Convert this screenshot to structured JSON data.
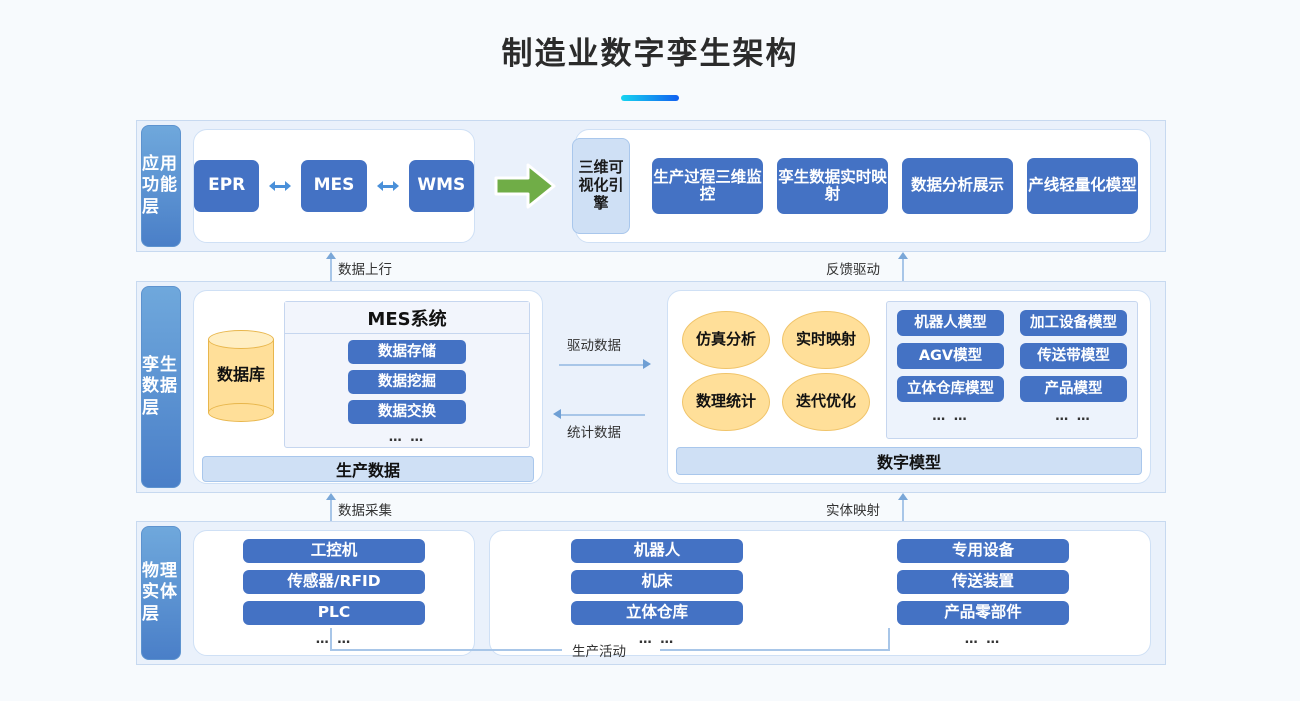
{
  "title": "制造业数字孪生架构",
  "layers": {
    "application": {
      "tab_label": "应用功能层",
      "apps": [
        {
          "label": "EPR"
        },
        {
          "label": "MES"
        },
        {
          "label": "WMS"
        }
      ],
      "engine_label": "三维可视化引擎",
      "functions": [
        {
          "label": "生产过程三维监控"
        },
        {
          "label": "孪生数据实时映射"
        },
        {
          "label": "数据分析展示"
        },
        {
          "label": "产线轻量化模型"
        }
      ]
    },
    "twin_data": {
      "tab_label": "孪生数据层",
      "database_label": "数据库",
      "mes_title": "MES系统",
      "mes_items": [
        {
          "label": "数据存储"
        },
        {
          "label": "数据挖掘"
        },
        {
          "label": "数据交换"
        }
      ],
      "mes_more": "… …",
      "left_footer": "生产数据",
      "capabilities": [
        {
          "label": "仿真分析"
        },
        {
          "label": "实时映射"
        },
        {
          "label": "数理统计"
        },
        {
          "label": "迭代优化"
        }
      ],
      "model_col1": [
        {
          "label": "机器人模型"
        },
        {
          "label": "AGV模型"
        },
        {
          "label": "立体仓库模型"
        }
      ],
      "model_col1_more": "… …",
      "model_col2": [
        {
          "label": "加工设备模型"
        },
        {
          "label": "传送带模型"
        },
        {
          "label": "产品模型"
        }
      ],
      "model_col2_more": "… …",
      "right_footer": "数字模型"
    },
    "physical": {
      "tab_label": "物理实体层",
      "left_items": [
        {
          "label": "工控机"
        },
        {
          "label": "传感器/RFID"
        },
        {
          "label": "PLC"
        }
      ],
      "left_more": "… …",
      "right_col1": [
        {
          "label": "机器人"
        },
        {
          "label": "机床"
        },
        {
          "label": "立体仓库"
        }
      ],
      "right_col1_more": "… …",
      "right_col2": [
        {
          "label": "专用设备"
        },
        {
          "label": "传送装置"
        },
        {
          "label": "产品零部件"
        }
      ],
      "right_col2_more": "… …"
    }
  },
  "connectors": {
    "data_upload": "数据上行",
    "feedback_drive": "反馈驱动",
    "drive_data": "驱动数据",
    "statistics_data": "统计数据",
    "data_collection": "数据采集",
    "entity_mapping": "实体映射",
    "production_activity": "生产活动"
  },
  "colors": {
    "page_bg": "#f7fafd",
    "layer_bg": "#eaf1fb",
    "primary_blue": "#4472c4",
    "tab_blue": "#5d93cf",
    "accent_yellow": "#ffdf99",
    "arrow_green": "#70ad47",
    "footer_blue": "#cfe0f5",
    "title_gradient_from": "#17d4f0",
    "title_gradient_to": "#1160f0"
  }
}
